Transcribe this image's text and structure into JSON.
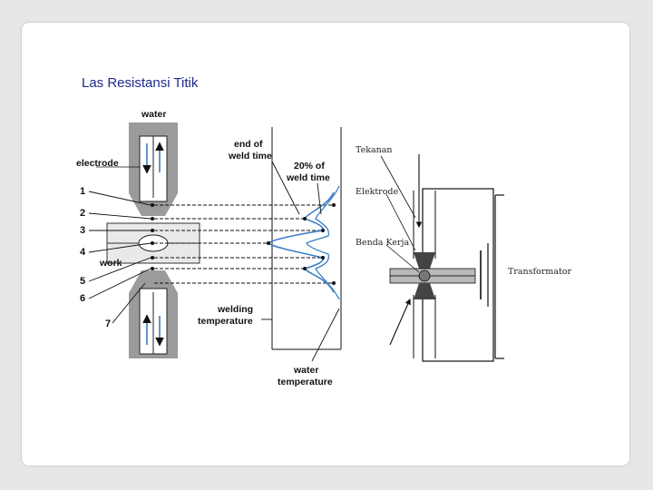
{
  "slide": {
    "title": "Las Resistansi Titik"
  },
  "left_diagram": {
    "labels": {
      "water": "water",
      "electrode": "electrode",
      "work": "work",
      "end_of_weld_time_1": "end of",
      "end_of_weld_time_2": "weld time",
      "pct_weld_time_1": "20% of",
      "pct_weld_time_2": "weld time",
      "welding_temperature_1": "welding",
      "welding_temperature_2": "temperature",
      "water_temperature_1": "water",
      "water_temperature_2": "temperature"
    },
    "numbers": [
      "1",
      "2",
      "3",
      "4",
      "5",
      "6",
      "7"
    ]
  },
  "right_diagram": {
    "labels": {
      "tekanan": "Tekanan",
      "elektrode": "Elektrode",
      "benda_kerja": "Benda Kerja",
      "transformator": "Transformator"
    }
  }
}
